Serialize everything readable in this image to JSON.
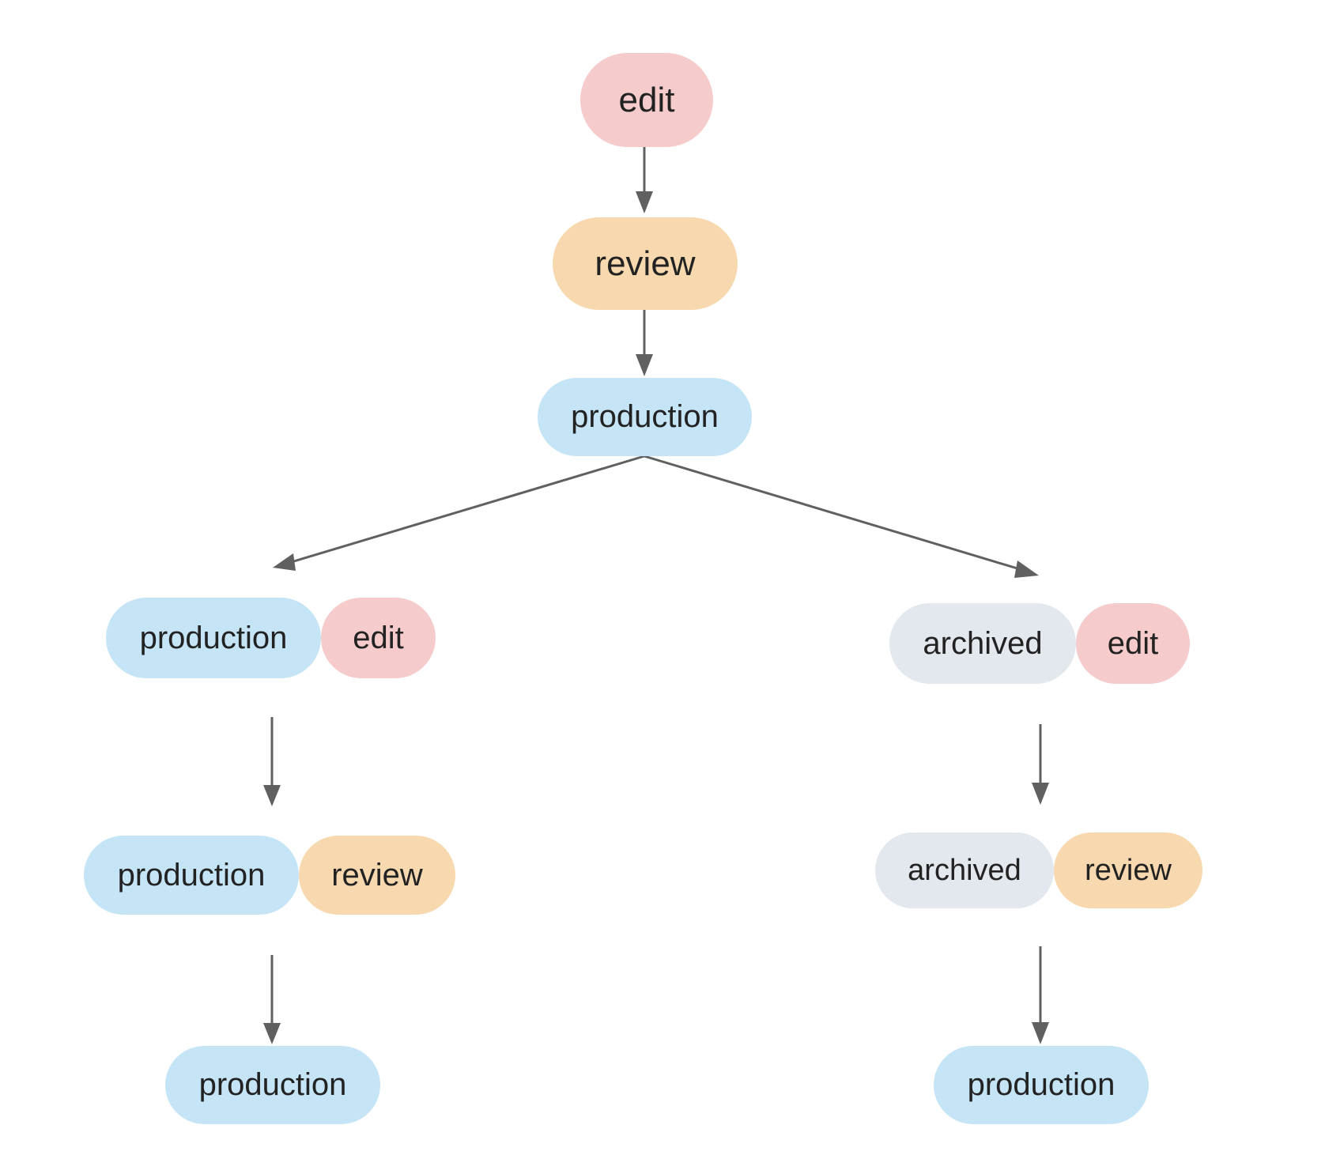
{
  "colors": {
    "edit": "#f5cbcc",
    "review": "#f8d9af",
    "production": "#c5e5f7",
    "archived": "#e3e7ee",
    "arrow": "#606060",
    "text": "#222222"
  },
  "nodes": {
    "root_edit": "edit",
    "root_review": "review",
    "root_production": "production",
    "left_production_1": "production",
    "left_edit_1": "edit",
    "left_production_2": "production",
    "left_review_2": "review",
    "left_production_3": "production",
    "right_archived_1": "archived",
    "right_edit_1": "edit",
    "right_archived_2": "archived",
    "right_review_2": "review",
    "right_production_3": "production"
  }
}
